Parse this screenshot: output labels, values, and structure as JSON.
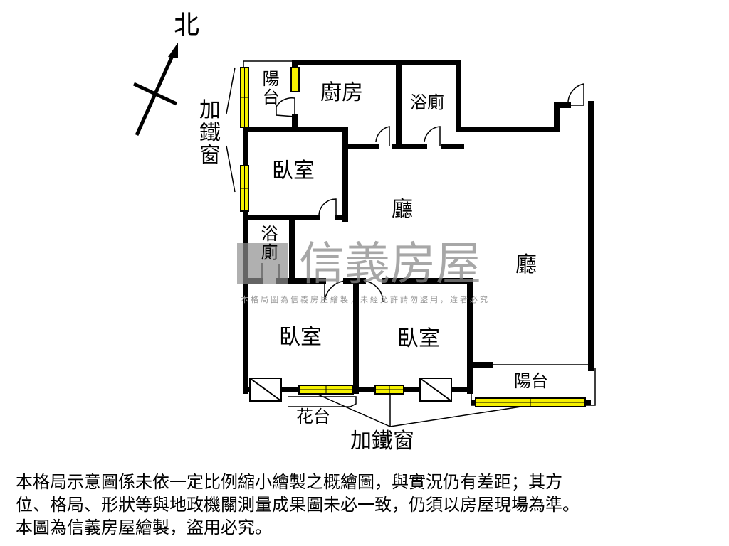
{
  "compass": {
    "north_label": "北"
  },
  "rooms": {
    "balcony_small": "陽台",
    "kitchen": "廚房",
    "bath_top": "浴廁",
    "bedroom_top": "臥室",
    "living_upper": "廳",
    "living_right": "廳",
    "bath_left": "浴廁",
    "bedroom_bottom_left": "臥室",
    "bedroom_bottom_right": "臥室",
    "balcony_bottom": "陽台",
    "planter": "花台"
  },
  "callouts": {
    "iron_window_left": "加鐵窗",
    "iron_window_bottom": "加鐵窗"
  },
  "watermark": {
    "brand": "信義房屋",
    "notice": "本格局圖為信義房屋繪製，未經允許請勿盜用，違者必究"
  },
  "colors": {
    "wall": "#000000",
    "window": "#f5f000"
  },
  "disclaimer": [
    "本格局示意圖係未依一定比例縮小繪製之概繪圖，與實況仍有差距；其方",
    "位、格局、形狀等與地政機關測量成果圖未必一致，仍須以房屋現場為準。",
    "本圖為信義房屋繪製，盜用必究。"
  ]
}
